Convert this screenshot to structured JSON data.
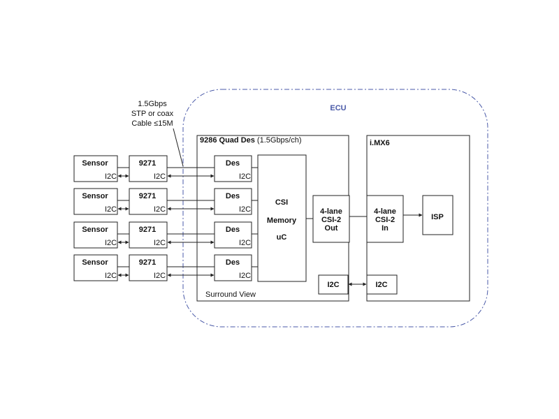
{
  "ecu": {
    "label": "ECU",
    "label_color": "#4a5aa8",
    "border_color": "#4a5aa8"
  },
  "cable_note": {
    "line1": "1.5Gbps",
    "line2": "STP or coax",
    "line3": "Cable ≤15M"
  },
  "channels": [
    {
      "sensor_label": "Sensor",
      "ser_label": "9271",
      "i2c": "I2C",
      "des_label": "Des"
    },
    {
      "sensor_label": "Sensor",
      "ser_label": "9271",
      "i2c": "I2C",
      "des_label": "Des"
    },
    {
      "sensor_label": "Sensor",
      "ser_label": "9271",
      "i2c": "I2C",
      "des_label": "Des"
    },
    {
      "sensor_label": "Sensor",
      "ser_label": "9271",
      "i2c": "I2C",
      "des_label": "Des"
    }
  ],
  "quad_des": {
    "title_bold": "9286 Quad Des",
    "title_rest": " (1.5Gbps/ch)",
    "footer": "Surround View"
  },
  "csi_block": {
    "line1": "CSI",
    "line2": "Memory",
    "line3": "uC"
  },
  "csi_out": {
    "line1": "4-lane",
    "line2": "CSI-2",
    "line3": "Out"
  },
  "quad_i2c": "I2C",
  "imx6": {
    "title": "i.MX6",
    "i2c": "I2C"
  },
  "csi_in": {
    "line1": "4-lane",
    "line2": "CSI-2",
    "line3": "In"
  },
  "isp": "ISP"
}
